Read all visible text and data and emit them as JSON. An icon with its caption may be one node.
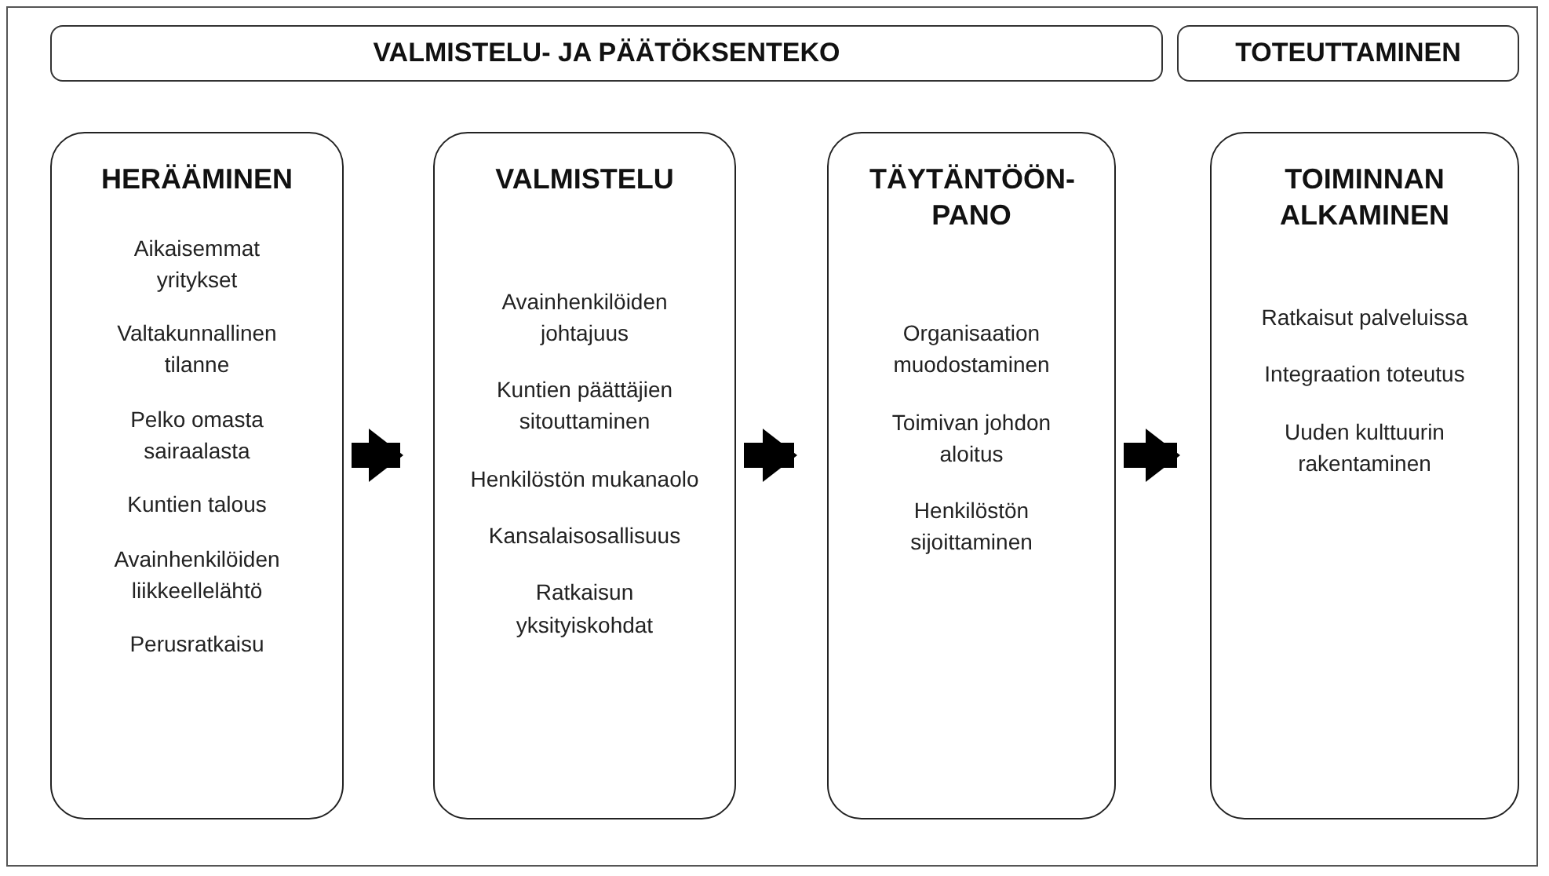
{
  "diagram": {
    "nodes": [
      {
        "text": [
          "VALMISTELU- JA PÄÄTÖKSENTEKO"
        ]
      },
      {
        "text": [
          "TOTEUTTAMINEN"
        ]
      },
      {
        "text": [
          "HERÄÄMINEN",
          "Aikaisemmat yritykset",
          "Valtakunnallinen tilanne",
          "Pelko omasta sairaalasta",
          "Kuntien talous",
          "Avainhenkilöiden liikkeellelähtö",
          "Perusratkaisu"
        ]
      },
      {
        "text": [
          "VALMISTELU",
          "Avainhenkilöiden johtajuus",
          "Kuntien päättäjien sitouttaminen",
          "Henkilöstön mukanaolo",
          "Kansalaisosallisuus",
          "Ratkaisun yksityiskohdat"
        ]
      },
      {
        "text": [
          "TÄYTÄNTÖÖN- PANO",
          "Organisaation muodostaminen",
          "Toimivan johdon aloitus",
          "Henkilöstön sijoittaminen"
        ]
      },
      {
        "text": [
          "TOIMINNAN ALKAMINEN",
          "Ratkaisut palveluissa",
          "Integraation toteutus",
          "Uuden kulttuurin rakentaminen"
        ]
      }
    ],
    "edges": [
      {
        "from": 2,
        "to": 3,
        "arrow": "to"
      },
      {
        "from": 3,
        "to": 4,
        "arrow": "to"
      },
      {
        "from": 4,
        "to": 5,
        "arrow": "to"
      }
    ]
  }
}
